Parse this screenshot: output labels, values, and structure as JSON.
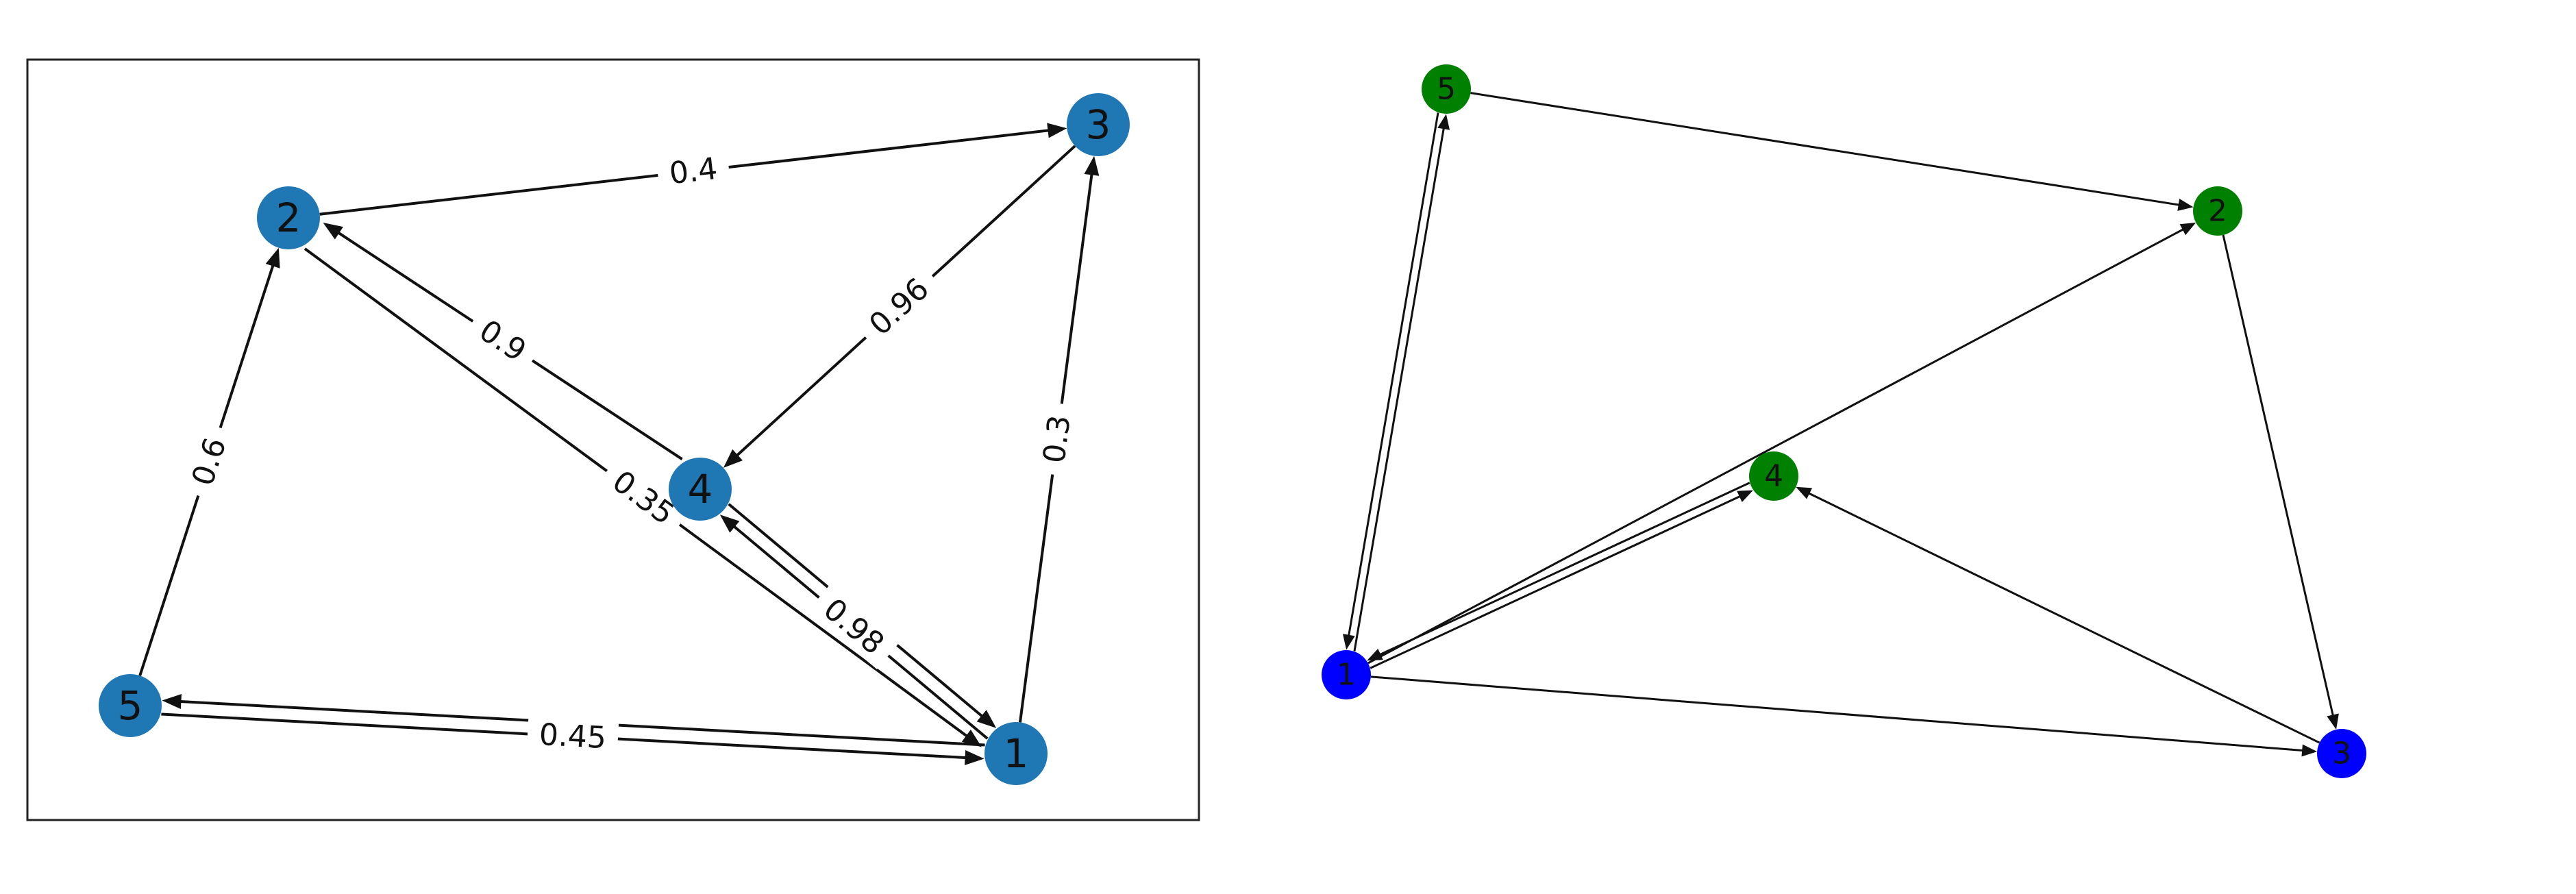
{
  "graphs": [
    {
      "name": "weighted-directed-graph",
      "framed": true,
      "node_color": "#1f77b4",
      "nodes": [
        "1",
        "2",
        "3",
        "4",
        "5"
      ],
      "edges": [
        {
          "from": "2",
          "to": "3",
          "weight": "0.4"
        },
        {
          "from": "3",
          "to": "4",
          "weight": "0.96"
        },
        {
          "from": "1",
          "to": "3",
          "weight": "0.3"
        },
        {
          "from": "5",
          "to": "2",
          "weight": "0.6"
        },
        {
          "from": "4",
          "to": "2",
          "weight": "0.9"
        },
        {
          "from": "2",
          "to": "1",
          "weight": "0.35"
        },
        {
          "from": "1",
          "to": "4",
          "weight": "0.98"
        },
        {
          "from": "4",
          "to": "1",
          "weight": ""
        },
        {
          "from": "5",
          "to": "1",
          "weight": "0.45"
        },
        {
          "from": "1",
          "to": "5",
          "weight": ""
        }
      ]
    },
    {
      "name": "bipartite-directed-graph",
      "framed": false,
      "node_colors": {
        "1": "#0000ff",
        "3": "#0000ff",
        "2": "#008000",
        "4": "#008000",
        "5": "#008000"
      },
      "nodes": [
        "1",
        "2",
        "3",
        "4",
        "5"
      ],
      "edges": [
        {
          "from": "5",
          "to": "2"
        },
        {
          "from": "2",
          "to": "3"
        },
        {
          "from": "5",
          "to": "1"
        },
        {
          "from": "1",
          "to": "5"
        },
        {
          "from": "1",
          "to": "2"
        },
        {
          "from": "4",
          "to": "1"
        },
        {
          "from": "1",
          "to": "4"
        },
        {
          "from": "3",
          "to": "4"
        },
        {
          "from": "1",
          "to": "3"
        }
      ]
    }
  ]
}
